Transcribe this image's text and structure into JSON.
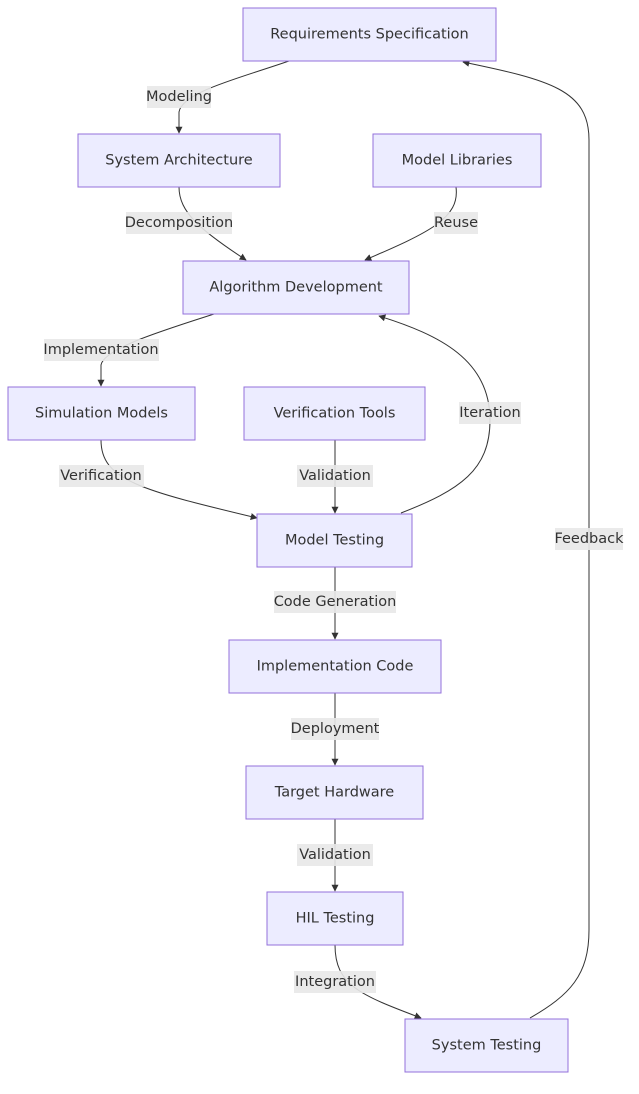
{
  "diagram": {
    "nodes": {
      "req": "Requirements Specification",
      "arch": "System Architecture",
      "lib": "Model Libraries",
      "algo": "Algorithm Development",
      "sim": "Simulation Models",
      "vtools": "Verification Tools",
      "mtest": "Model Testing",
      "code": "Implementation Code",
      "hw": "Target Hardware",
      "hil": "HIL Testing",
      "sys": "System Testing"
    },
    "edges": {
      "req_arch": "Modeling",
      "arch_algo": "Decomposition",
      "lib_algo": "Reuse",
      "algo_sim": "Implementation",
      "sim_mtest": "Verification",
      "vtools_mtest": "Validation",
      "mtest_algo": "Iteration",
      "mtest_code": "Code Generation",
      "code_hw": "Deployment",
      "hw_hil": "Validation",
      "hil_sys": "Integration",
      "sys_req": "Feedback"
    },
    "colors": {
      "node_fill": "#ECECFF",
      "node_stroke": "#9370DB",
      "edge": "#333333",
      "label_bg": "#e8e8e8"
    }
  }
}
